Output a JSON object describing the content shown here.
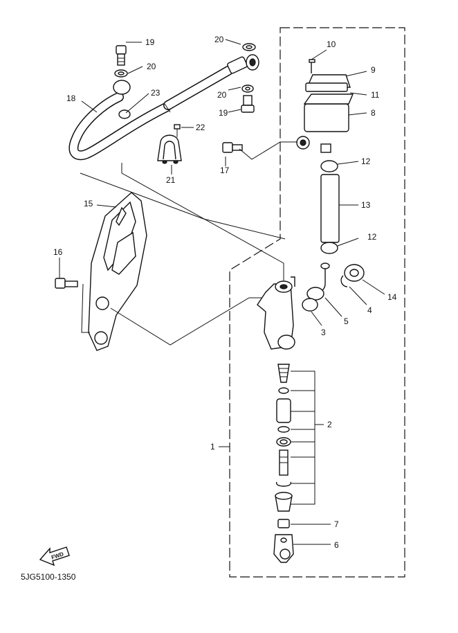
{
  "diagram": {
    "code": "5JG5100-1350",
    "fwd_label": "FWD",
    "callouts": {
      "c1": "1",
      "c2": "2",
      "c3": "3",
      "c4": "4",
      "c5": "5",
      "c6": "6",
      "c7": "7",
      "c8": "8",
      "c9": "9",
      "c10": "10",
      "c11": "11",
      "c12a": "12",
      "c12b": "12",
      "c13": "13",
      "c14": "14",
      "c15": "15",
      "c16": "16",
      "c17": "17",
      "c18": "18",
      "c19a": "19",
      "c19b": "19",
      "c20a": "20",
      "c20b": "20",
      "c20c": "20",
      "c21": "21",
      "c22": "22",
      "c23": "23"
    }
  }
}
